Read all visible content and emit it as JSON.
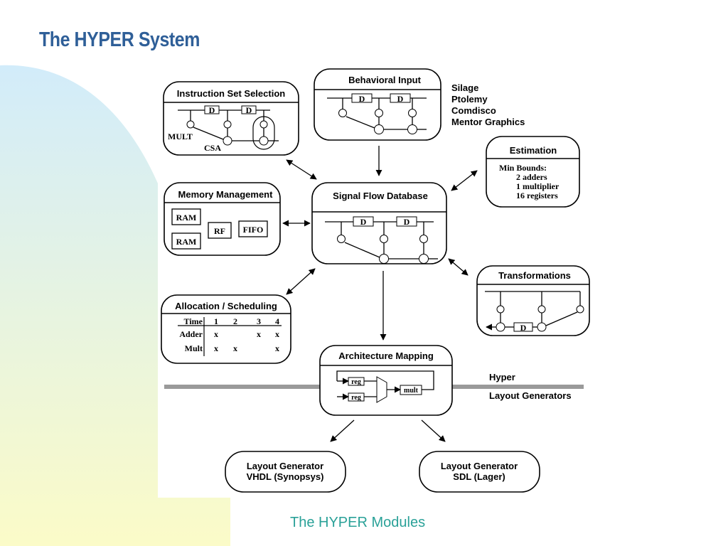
{
  "slide": {
    "title": "The HYPER System",
    "caption": "The HYPER Modules"
  },
  "colors": {
    "title": "#2f5f98",
    "caption": "#2aa198",
    "background_top": "#d2ecfa",
    "background_bottom": "#fbfbc8",
    "separator": "#9a9a9a"
  },
  "diagram": {
    "behavioral_input": {
      "title": "Behavioral Input",
      "inputs": [
        "Silage",
        "Ptolemy",
        "Comdisco",
        "Mentor Graphics"
      ],
      "delay": "D"
    },
    "instruction_set": {
      "title": "Instruction Set Selection",
      "mult": "MULT",
      "csa": "CSA",
      "delay": "D"
    },
    "estimation": {
      "title": "Estimation",
      "lines": [
        "Min Bounds:",
        "2 adders",
        "1 multiplier",
        "16 registers"
      ]
    },
    "memory": {
      "title": "Memory Management",
      "ram1": "RAM",
      "ram2": "RAM",
      "rf": "RF",
      "fifo": "FIFO"
    },
    "sfd": {
      "title": "Signal Flow Database",
      "delay": "D"
    },
    "transformations": {
      "title": "Transformations",
      "delay": "D"
    },
    "allocation": {
      "title": "Allocation / Scheduling",
      "header": [
        "Time",
        "1",
        "2",
        "3",
        "4"
      ],
      "rows": [
        {
          "label": "Adder",
          "cells": [
            "x",
            "",
            "x",
            "x"
          ]
        },
        {
          "label": "Mult",
          "cells": [
            "x",
            "x",
            "",
            "x"
          ]
        }
      ]
    },
    "architecture": {
      "title": "Architecture Mapping",
      "reg1": "reg",
      "reg2": "reg",
      "mult": "mult"
    },
    "hyper_label": "Hyper",
    "layout_label": "Layout Generators",
    "generator_vhdl": {
      "line1": "Layout Generator",
      "line2": "VHDL (Synopsys)"
    },
    "generator_sdl": {
      "line1": "Layout Generator",
      "line2": "SDL (Lager)"
    }
  }
}
